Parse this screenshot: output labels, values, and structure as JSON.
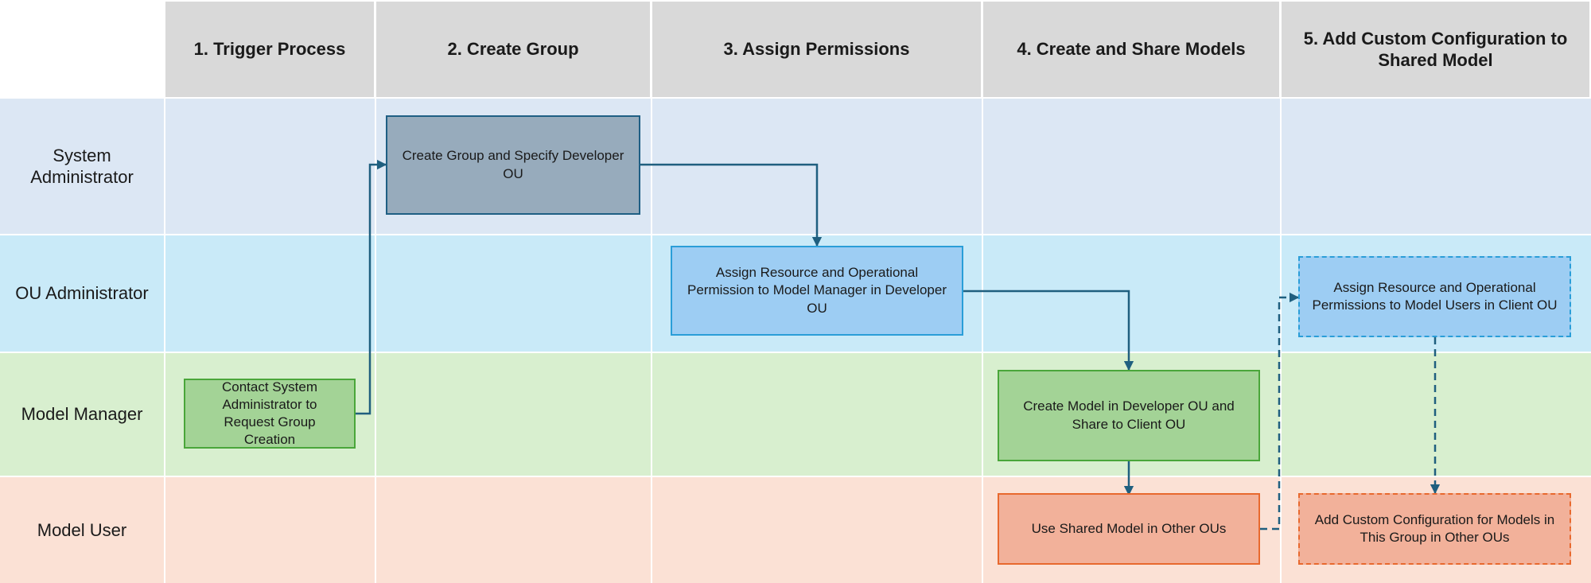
{
  "columns": [
    {
      "label": "1. Trigger Process"
    },
    {
      "label": "2. Create Group"
    },
    {
      "label": "3. Assign Permissions"
    },
    {
      "label": "4. Create and Share Models"
    },
    {
      "label": "5. Add Custom Configuration to Shared Model"
    }
  ],
  "lanes": [
    {
      "label": "System Administrator",
      "color": "#dce7f4"
    },
    {
      "label": "OU Administrator",
      "color": "#c9eaf8"
    },
    {
      "label": "Model Manager",
      "color": "#d8efcf"
    },
    {
      "label": "Model User",
      "color": "#fbe1d5"
    }
  ],
  "header_color": "#d9d9d9",
  "steps": {
    "contact": {
      "text": "Contact System Administrator to Request Group Creation",
      "fill": "#a3d396",
      "border": "#4aa63a"
    },
    "create_group": {
      "text": "Create Group and Specify Developer OU",
      "fill": "#97abbc",
      "border": "#1f5f84"
    },
    "assign_manager": {
      "text": "Assign Resource and Operational Permission to Model Manager in Developer OU",
      "fill": "#9dcdf3",
      "border": "#2a9ed8"
    },
    "create_model": {
      "text": "Create Model in Developer OU and Share to Client OU",
      "fill": "#a3d396",
      "border": "#4aa63a"
    },
    "use_shared": {
      "text": "Use Shared Model in Other OUs",
      "fill": "#f2b19a",
      "border": "#e8692e"
    },
    "assign_users": {
      "text": "Assign Resource and Operational Permissions to Model Users in Client OU",
      "fill": "#9dcdf3",
      "border": "#2a9ed8",
      "style": "dashed"
    },
    "custom_config": {
      "text": "Add Custom Configuration for Models in This Group in Other OUs",
      "fill": "#f2b19a",
      "border": "#e8692e",
      "style": "dashed"
    }
  },
  "connector_color": "#1f5f7f"
}
